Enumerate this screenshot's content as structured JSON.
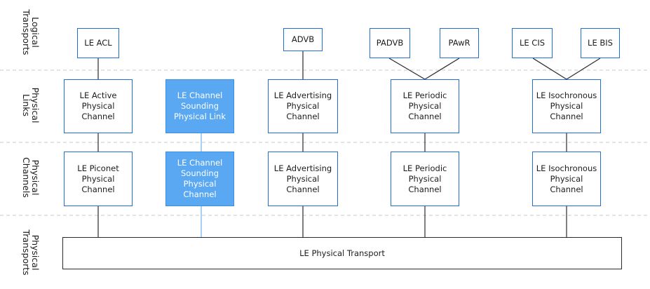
{
  "row_labels": {
    "logical_transports": "Logical\nTransports",
    "physical_links": "Physical\nLinks",
    "physical_channels": "Physical\nChannels",
    "physical_transports": "Physical\nTransports"
  },
  "logical_transports": {
    "le_acl": "LE ACL",
    "advb": "ADVB",
    "padvb": "PADVB",
    "pawr": "PAwR",
    "le_cis": "LE CIS",
    "le_bis": "LE BIS"
  },
  "physical_links": {
    "le_active": "LE Active\nPhysical\nChannel",
    "cs_link": "LE Channel\nSounding\nPhysical Link",
    "le_advertising": "LE Advertising\nPhysical\nChannel",
    "le_periodic": "LE Periodic\nPhysical\nChannel",
    "le_isochronous": "LE Isochronous\nPhysical\nChannel"
  },
  "physical_channels": {
    "le_piconet": "LE Piconet\nPhysical\nChannel",
    "cs_channel": "LE Channel\nSounding\nPhysical Channel",
    "le_advertising": "LE Advertising\nPhysical\nChannel",
    "le_periodic": "LE Periodic\nPhysical\nChannel",
    "le_isochronous": "LE Isochronous\nPhysical\nChannel"
  },
  "physical_transport": {
    "label": "LE Physical Transport"
  },
  "colors": {
    "box_border": "#1f6fd6",
    "highlight_fill": "#5aa8f2",
    "highlight_line": "#6bb2f0",
    "connector": "#2a2a2a",
    "divider": "#c8c8c8"
  }
}
